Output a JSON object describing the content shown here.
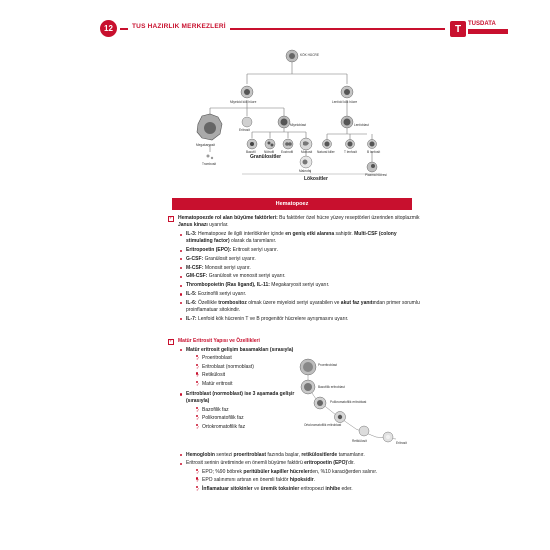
{
  "header": {
    "page_number": "12",
    "title": "TUS HAZIRLIK MERKEZLERİ",
    "brand": "TUSDATA"
  },
  "figure": {
    "caption": "Hematopoez",
    "labels": {
      "stem": "KÖK HÜCRE",
      "myeloid": "Miyeloid kök hücre",
      "lymphoid": "Lenfoid kök hücre",
      "megakaryocyte": "Megakaryosit",
      "thrombocyte": "Trombosit",
      "erythrocyte_line": "Eritrosit",
      "myeloblast": "Miyeloblast",
      "lymphoblast": "Lenfoblast",
      "nk": "Natural killer",
      "t": "T lenfosit",
      "b": "B lenfosit",
      "plasma": "Plazma hücresi",
      "basophil": "Bazofil",
      "neutrophil": "Nötrofil",
      "eosinophil": "Eozinofil",
      "monocyte": "Monosit",
      "macrophage": "Makrofaj",
      "granulocytes": "Granülositler",
      "leukocytes": "Lökositler"
    }
  },
  "section1": {
    "intro_bold": "Hematopoezde rol alan büyüme faktörleri:",
    "intro_rest": " Bu faktörler özel hücre yüzey reseptörleri üzerinden sitoplazmik ",
    "intro_bold2": "Janus kinazı",
    "intro_end": " uyarırlar.",
    "items": [
      {
        "k": "IL-3:",
        "t1": " Hematopoez ile ilgili interlökinler içinde ",
        "b": "en geniş etki alanına",
        "t2": " sahiptir. ",
        "b2": "Multi-CSF (colony stimulating factor)",
        "t3": " olarak da tanımlanır."
      },
      {
        "k": "Eritropoetin (EPO):",
        "t1": " Eritrosit seriyi uyarır."
      },
      {
        "k": "G-CSF:",
        "t1": " Granülosit seriyi uyarır."
      },
      {
        "k": "M-CSF:",
        "t1": " Monosit seriyi uyarır."
      },
      {
        "k": "GM-CSF:",
        "t1": " Granülosit ve monosit seriyi uyarır."
      },
      {
        "k": "Thrombopoietin (Ras ligand), IL-11:",
        "t1": " Megakaryosit seriyi uyarır."
      },
      {
        "k": "IL-5:",
        "t1": " Eozinofili seriyi uyarır."
      },
      {
        "k": "IL-6:",
        "t1": " Özellikle ",
        "b": "trombositoz",
        "t2": " olmak üzere miyeloid seriyi uyarabilen ve ",
        "b2": "akut faz yanıtı",
        "t3": "ndan primer sorumlu proinflamatuar sitokindir."
      },
      {
        "k": "IL-7:",
        "t1": " Lenfoid kök hücrenin T ve B progenitör hücrelere ayrışmasını uyarır."
      }
    ]
  },
  "section2": {
    "heading": "Matür Eritrosit Yapısı ve Özellikleri",
    "stages_title": "Matür eritrosit gelişim basamakları (sırasıyla)",
    "stages": [
      "Proeritroblast",
      "Eritroblast (normoblast)",
      "Retikülosit",
      "Matür eritrosit"
    ],
    "eb_title": "Eritroblast (normoblast) ise 3 aşamada gelişir (sırasıyla)",
    "eb_stages": [
      "Bazofilik faz",
      "Polikromatofilik faz",
      "Ortokromatofilik faz"
    ],
    "fig_labels": {
      "pro": "Proeritroblast",
      "baso": "Bazofilik eritroblast",
      "poly": "Polikromatofilik eritroblast",
      "ortho": "Ortokromatofilik eritroblast",
      "retic": "Retikülosit",
      "rbc": "Eritrosit"
    }
  },
  "section3": {
    "hb_pre": "Hemoglobin",
    "hb_mid": " sentezi ",
    "hb_b1": "proeritroblast",
    "hb_mid2": " fazında başlar, ",
    "hb_b2": "retikülositlerde",
    "hb_end": " tamamlanır.",
    "epo_pre": "Eritrosit serinin üretiminde en önemli büyüme faktörü ",
    "epo_b": "eritropoetin (EPO)",
    "epo_end": "'dir.",
    "sub": [
      {
        "t1": "EPO; %90 böbrek ",
        "b": "peritübüler kapiller hücreler",
        "t2": "den, %10 karaciğerden salınır."
      },
      {
        "t1": "EPO salınımını artıran en önemli faktör ",
        "b": "hipoksidir",
        "t2": "."
      },
      {
        "t1": "",
        "b": "İnflamatuar sitokinler",
        "t2": " ve ",
        "b2": "üremik toksinler",
        "t3": " eritropoezi ",
        "b3": "inhibe",
        "t4": " eder."
      }
    ]
  },
  "colors": {
    "accent": "#c8102e"
  }
}
